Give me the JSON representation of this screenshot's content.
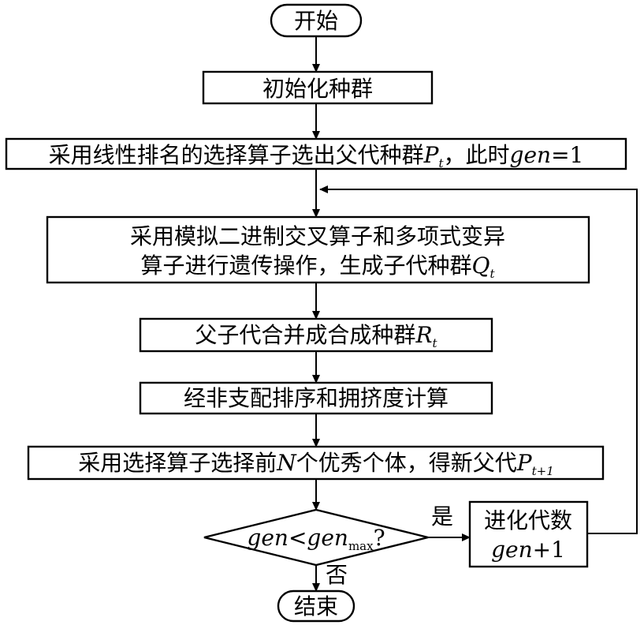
{
  "nodes": {
    "start": {
      "label": "开始"
    },
    "init": {
      "label": "初始化种群"
    },
    "select_parents": {
      "label": "采用线性排名的选择算子选出父代种群",
      "var": "P",
      "sub": "t",
      "tail": "，此时",
      "tail_var": "gen",
      "tail_eq": "=1"
    },
    "genetic_ops": {
      "line1": "采用模拟二进制交叉算子和多项式变异",
      "line2": "算子进行遗传操作，生成子代种群",
      "var": "Q",
      "sub": "t"
    },
    "merge": {
      "label": "父子代合并成合成种群",
      "var": "R",
      "sub": "t"
    },
    "sort": {
      "label": "经非支配排序和拥挤度计算"
    },
    "select_best": {
      "label": "采用选择算子选择前",
      "var": "N",
      "mid": "个优秀个体，得新父代",
      "var2": "P",
      "sub2": "t+1"
    },
    "decision": {
      "var": "gen",
      "op": "<",
      "var2": "gen",
      "sub": "max",
      "q": "?"
    },
    "evolve": {
      "line1": "进化代数",
      "var": "gen",
      "op": "+1"
    },
    "end": {
      "label": "结束"
    }
  },
  "edges": {
    "yes_label": "是",
    "no_label": "否"
  }
}
